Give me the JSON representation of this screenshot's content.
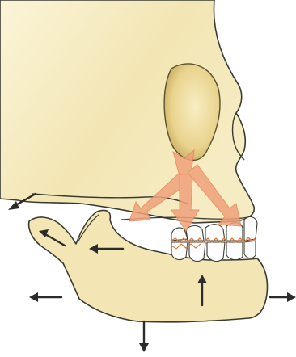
{
  "figure": {
    "subject": "lateral-skull-mandible",
    "colors": {
      "bone_fill": "#f3e6b4",
      "bone_shade": "#e8cf86",
      "bone_outline": "#3b3b32",
      "teeth_fill": "#ffffff",
      "occlusal_line": "#e07a3c",
      "force_arrow": "#f0a27a",
      "force_arrow_edge": "#e6845a",
      "growth_arrow": "#2b2b2b"
    },
    "force_arrows": [
      {
        "name": "left-oblique",
        "direction": "down-left"
      },
      {
        "name": "center",
        "direction": "down"
      },
      {
        "name": "right-oblique",
        "direction": "down-right"
      }
    ],
    "growth_arrows": [
      {
        "name": "posterior-skull",
        "direction": "left-down"
      },
      {
        "name": "condyle",
        "direction": "up-left"
      },
      {
        "name": "ramus",
        "direction": "left"
      },
      {
        "name": "gonial",
        "direction": "left"
      },
      {
        "name": "alveolar",
        "direction": "up"
      },
      {
        "name": "chin",
        "direction": "right"
      },
      {
        "name": "inferior",
        "direction": "down"
      }
    ]
  }
}
